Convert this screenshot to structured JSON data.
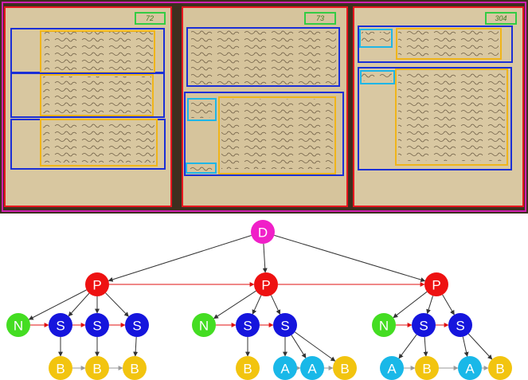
{
  "figure": {
    "pages": [
      {
        "id": "page-1",
        "number": "72"
      },
      {
        "id": "page-2",
        "number": "73"
      },
      {
        "id": "page-3",
        "number": "304"
      }
    ],
    "node_colors": {
      "D": "#f020c8",
      "P": "#ee1111",
      "N": "#44dd22",
      "S": "#1515dd",
      "B": "#f2c40f",
      "A": "#19b8e8"
    },
    "box_colors": {
      "region": "#1b2fd6",
      "body": "#f0b51a",
      "margin_note": "#1fb6e6",
      "page_number": "#33cc44",
      "page": "#e8161f",
      "document": "#d020b0"
    },
    "tree": {
      "root": "D",
      "pages": [
        {
          "label": "P",
          "children": [
            {
              "label": "N"
            },
            {
              "label": "S",
              "children": [
                "B"
              ]
            },
            {
              "label": "S",
              "children": [
                "B"
              ]
            },
            {
              "label": "S",
              "children": [
                "B"
              ]
            }
          ]
        },
        {
          "label": "P",
          "children": [
            {
              "label": "N"
            },
            {
              "label": "S",
              "children": [
                "B"
              ]
            },
            {
              "label": "S",
              "children": [
                "A",
                "A",
                "B"
              ]
            }
          ]
        },
        {
          "label": "P",
          "children": [
            {
              "label": "N"
            },
            {
              "label": "S",
              "children": [
                "A",
                "B"
              ]
            },
            {
              "label": "S",
              "children": [
                "A",
                "B"
              ]
            }
          ]
        }
      ]
    }
  }
}
